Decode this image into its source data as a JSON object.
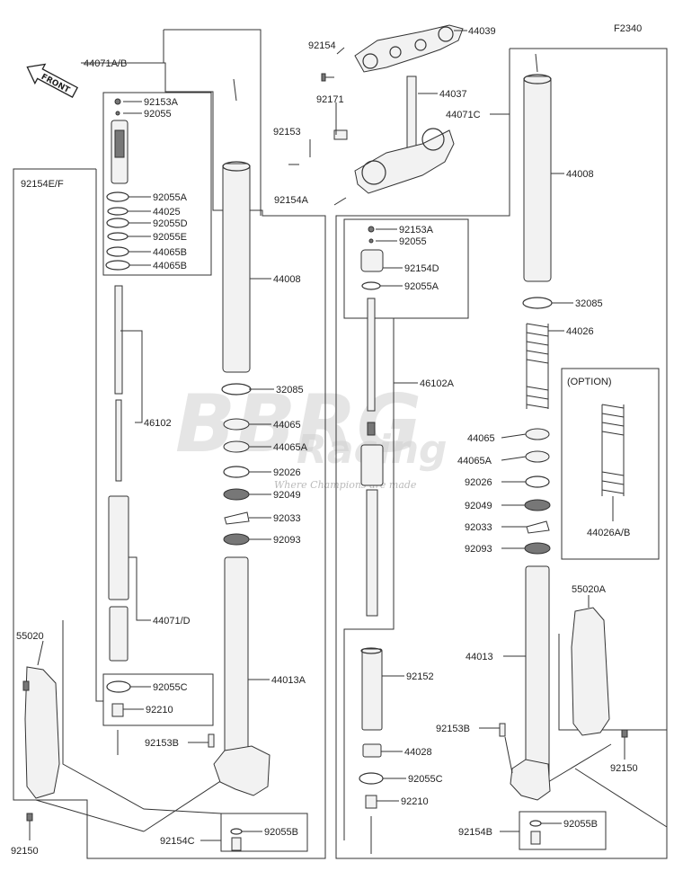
{
  "figure_code": "F2340",
  "front_arrow": "FRONT",
  "watermark": {
    "brand": "BBRG",
    "sub": "Racing",
    "tagline": "Where Champions are made"
  },
  "callouts": [
    {
      "id": "c92154",
      "text": "92154"
    },
    {
      "id": "c44039",
      "text": "44039"
    },
    {
      "id": "c44071ab",
      "text": "44071A/B"
    },
    {
      "id": "c92171",
      "text": "92171"
    },
    {
      "id": "c44037",
      "text": "44037"
    },
    {
      "id": "c92153a1",
      "text": "92153A"
    },
    {
      "id": "c92055_1",
      "text": "92055"
    },
    {
      "id": "c44071c",
      "text": "44071C"
    },
    {
      "id": "c92153",
      "text": "92153"
    },
    {
      "id": "c92154ef",
      "text": "92154E/F"
    },
    {
      "id": "c92055a1",
      "text": "92055A"
    },
    {
      "id": "c44025",
      "text": "44025"
    },
    {
      "id": "c92055d",
      "text": "92055D"
    },
    {
      "id": "c92055e",
      "text": "92055E"
    },
    {
      "id": "c44065b1",
      "text": "44065B"
    },
    {
      "id": "c44065b2",
      "text": "44065B"
    },
    {
      "id": "c92154a",
      "text": "92154A"
    },
    {
      "id": "c44008_l",
      "text": "44008"
    },
    {
      "id": "c44008_r",
      "text": "44008"
    },
    {
      "id": "c92153a2",
      "text": "92153A"
    },
    {
      "id": "c92055_2",
      "text": "92055"
    },
    {
      "id": "c92154d",
      "text": "92154D"
    },
    {
      "id": "c92055a2",
      "text": "92055A"
    },
    {
      "id": "c32085_r",
      "text": "32085"
    },
    {
      "id": "c44026",
      "text": "44026"
    },
    {
      "id": "c46102a",
      "text": "46102A"
    },
    {
      "id": "c32085_l",
      "text": "32085"
    },
    {
      "id": "c option",
      "text": "(OPTION)"
    },
    {
      "id": "c46102",
      "text": "46102"
    },
    {
      "id": "c44065_l",
      "text": "44065"
    },
    {
      "id": "c44065_r",
      "text": "44065"
    },
    {
      "id": "c44065a_l",
      "text": "44065A"
    },
    {
      "id": "c44065a_r",
      "text": "44065A"
    },
    {
      "id": "c92026_l",
      "text": "92026"
    },
    {
      "id": "c92026_r",
      "text": "92026"
    },
    {
      "id": "c92049_l",
      "text": "92049"
    },
    {
      "id": "c92049_r",
      "text": "92049"
    },
    {
      "id": "c92033_l",
      "text": "92033"
    },
    {
      "id": "c92033_r",
      "text": "92033"
    },
    {
      "id": "c44026ab",
      "text": "44026A/B"
    },
    {
      "id": "c92093_l",
      "text": "92093"
    },
    {
      "id": "c92093_r",
      "text": "92093"
    },
    {
      "id": "c55020a",
      "text": "55020A"
    },
    {
      "id": "c44071d",
      "text": "44071/D"
    },
    {
      "id": "c55020",
      "text": "55020"
    },
    {
      "id": "c44013a",
      "text": "44013A"
    },
    {
      "id": "c44013",
      "text": "44013"
    },
    {
      "id": "c92152",
      "text": "92152"
    },
    {
      "id": "c92055c_l",
      "text": "92055C"
    },
    {
      "id": "c92210_l",
      "text": "92210"
    },
    {
      "id": "c92153b_l",
      "text": "92153B"
    },
    {
      "id": "c92153b_r",
      "text": "92153B"
    },
    {
      "id": "c44028",
      "text": "44028"
    },
    {
      "id": "c92150_r",
      "text": "92150"
    },
    {
      "id": "c92055c_r",
      "text": "92055C"
    },
    {
      "id": "c92210_r",
      "text": "92210"
    },
    {
      "id": "c92154c",
      "text": "92154C"
    },
    {
      "id": "c92055b_l",
      "text": "92055B"
    },
    {
      "id": "c92154b",
      "text": "92154B"
    },
    {
      "id": "c92055b_r",
      "text": "92055B"
    },
    {
      "id": "c92150_l",
      "text": "92150"
    }
  ]
}
